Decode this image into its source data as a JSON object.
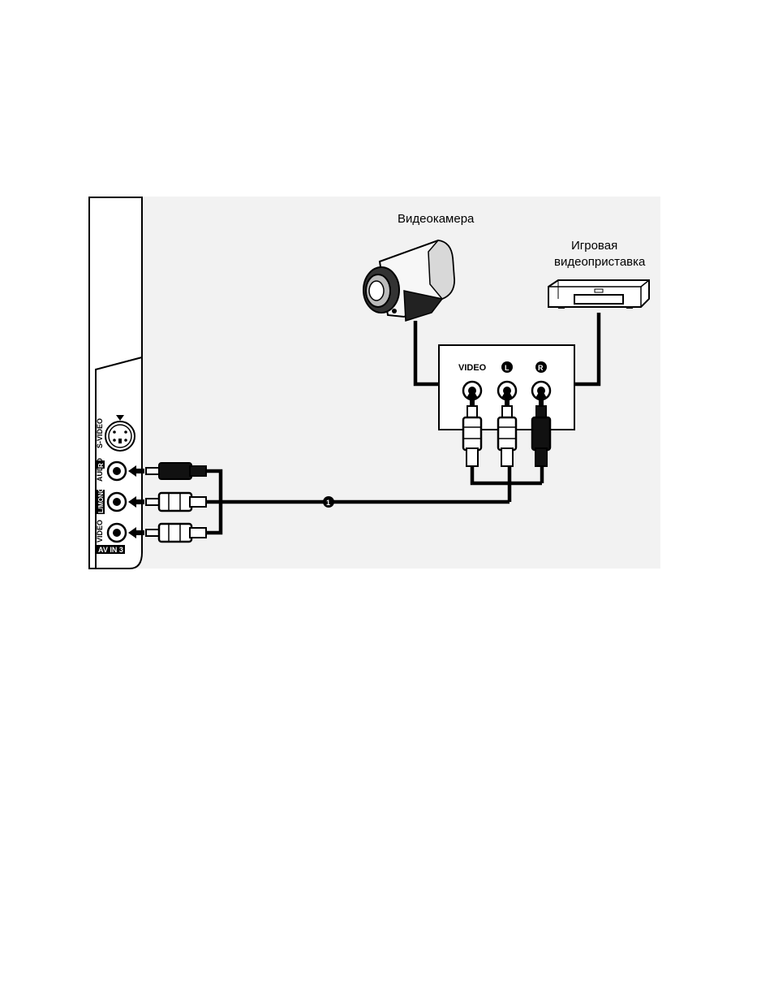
{
  "devices": {
    "camcorder": "Видеокамера",
    "game_console_line1": "Игровая",
    "game_console_line2": "видеоприставка"
  },
  "device_panel": {
    "video": "VIDEO",
    "left": "L",
    "right": "R"
  },
  "tv_panel": {
    "s_video": "S-VIDEO",
    "audio_r": "AUDIO",
    "r_mark": "R",
    "audio_l": "L/MONO",
    "video": "VIDEO",
    "av_in": "AV IN 3"
  },
  "cable_marker": "1"
}
